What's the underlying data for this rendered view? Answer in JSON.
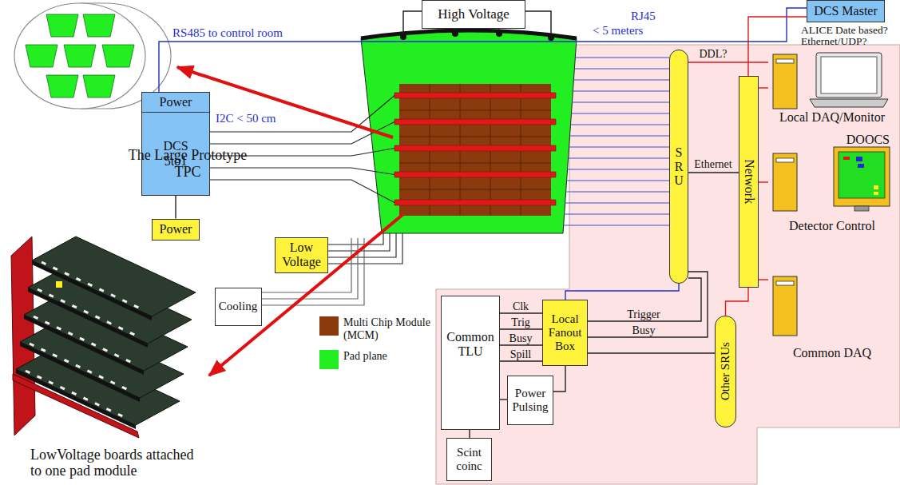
{
  "diagram": {
    "nodes": [
      {
        "text": [
          "High Voltage"
        ]
      },
      {
        "text": [
          "Power",
          "DCS 5to1"
        ]
      },
      {
        "text": [
          "Power"
        ]
      },
      {
        "text": [
          "Low Voltage"
        ]
      },
      {
        "text": [
          "Cooling"
        ]
      },
      {
        "text": [
          "DCS Master"
        ]
      },
      {
        "text": [
          "SRU"
        ]
      },
      {
        "text": [
          "Network"
        ]
      },
      {
        "text": [
          "Local DAQ/Monitor"
        ]
      },
      {
        "text": [
          "DOOCS",
          "Detector Control"
        ]
      },
      {
        "text": [
          "Common DAQ"
        ]
      },
      {
        "text": [
          "Common TLU"
        ]
      },
      {
        "text": [
          "Local Fanout Box"
        ]
      },
      {
        "text": [
          "Scint coinc"
        ]
      },
      {
        "text": [
          "Power Pulsing"
        ]
      },
      {
        "text": [
          "Other SRUs"
        ]
      }
    ],
    "edges": [
      {
        "from": 2,
        "to": 1,
        "arrow": "none"
      },
      {
        "from": 1,
        "to": 5,
        "label": "RS485 to control room",
        "arrow": "none"
      },
      {
        "from": 5,
        "to": 7,
        "arrow": "none"
      },
      {
        "from": 6,
        "to": 7,
        "label": "Ethernet",
        "arrow": "none"
      },
      {
        "from": 6,
        "to": 8,
        "label": "DDL?",
        "arrow": "none"
      },
      {
        "from": 7,
        "to": 8,
        "arrow": "none"
      },
      {
        "from": 7,
        "to": 9,
        "arrow": "none"
      },
      {
        "from": 7,
        "to": 10,
        "arrow": "none"
      },
      {
        "from": 6,
        "to": 12,
        "arrow": "none"
      },
      {
        "from": 12,
        "to": 6,
        "label": "Trigger",
        "arrow": "none"
      },
      {
        "from": 12,
        "to": 6,
        "label": "Busy",
        "arrow": "none"
      },
      {
        "from": 11,
        "to": 12,
        "label": "Clk",
        "arrow": "none"
      },
      {
        "from": 11,
        "to": 12,
        "label": "Trig",
        "arrow": "none"
      },
      {
        "from": 11,
        "to": 12,
        "label": "Busy",
        "arrow": "none"
      },
      {
        "from": 11,
        "to": 12,
        "label": "Spill",
        "arrow": "none"
      },
      {
        "from": 11,
        "to": 13,
        "arrow": "none"
      },
      {
        "from": 11,
        "to": 14,
        "arrow": "none"
      },
      {
        "from": 14,
        "to": 12,
        "arrow": "none"
      },
      {
        "from": 12,
        "to": 15,
        "arrow": "none"
      },
      {
        "from": 15,
        "to": 7,
        "arrow": "none"
      }
    ],
    "labels": [
      "The Large Prototype TPC",
      "I2C < 50 cm",
      "RJ45",
      "< 5 meters",
      "ALICE Date based? Ethernet/UDP?",
      "LowVoltage boards attached to one pad module"
    ],
    "legend": [
      {
        "text": "Multi Chip Module (MCM)",
        "color": "#8b3a0e"
      },
      {
        "text": "Pad plane",
        "color": "#22ee22"
      }
    ]
  }
}
